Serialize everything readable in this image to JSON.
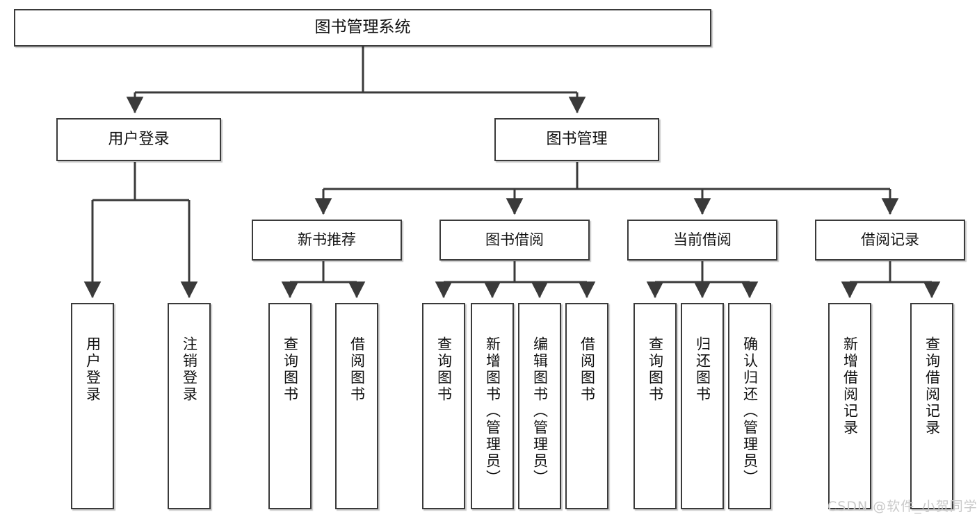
{
  "diagram": {
    "title": "图书管理系统",
    "type": "tree-hierarchy-chart",
    "colors": {
      "box_border": "#3a3a3a",
      "box_fill": "#ffffff",
      "connector": "#3a3a3a",
      "text": "#111111",
      "watermark": "#c9c9c9",
      "background": "#ffffff"
    },
    "watermark": "CSDN @软件_小贺同学",
    "levels": {
      "root": {
        "label": "图书管理系统"
      },
      "level2": [
        {
          "label": "用户登录"
        },
        {
          "label": "图书管理"
        }
      ],
      "level3": [
        {
          "label": "新书推荐"
        },
        {
          "label": "图书借阅"
        },
        {
          "label": "当前借阅"
        },
        {
          "label": "借阅记录"
        }
      ],
      "leaves": [
        {
          "label": "用户登录"
        },
        {
          "label": "注销登录"
        },
        {
          "label": "查询图书"
        },
        {
          "label": "借阅图书"
        },
        {
          "label": "查询图书"
        },
        {
          "label": "新增图书（管理员）"
        },
        {
          "label": "编辑图书（管理员）"
        },
        {
          "label": "借阅图书"
        },
        {
          "label": "查询图书"
        },
        {
          "label": "归还图书"
        },
        {
          "label": "确认归还（管理员）"
        },
        {
          "label": "新增借阅记录"
        },
        {
          "label": "查询借阅记录"
        }
      ]
    }
  }
}
